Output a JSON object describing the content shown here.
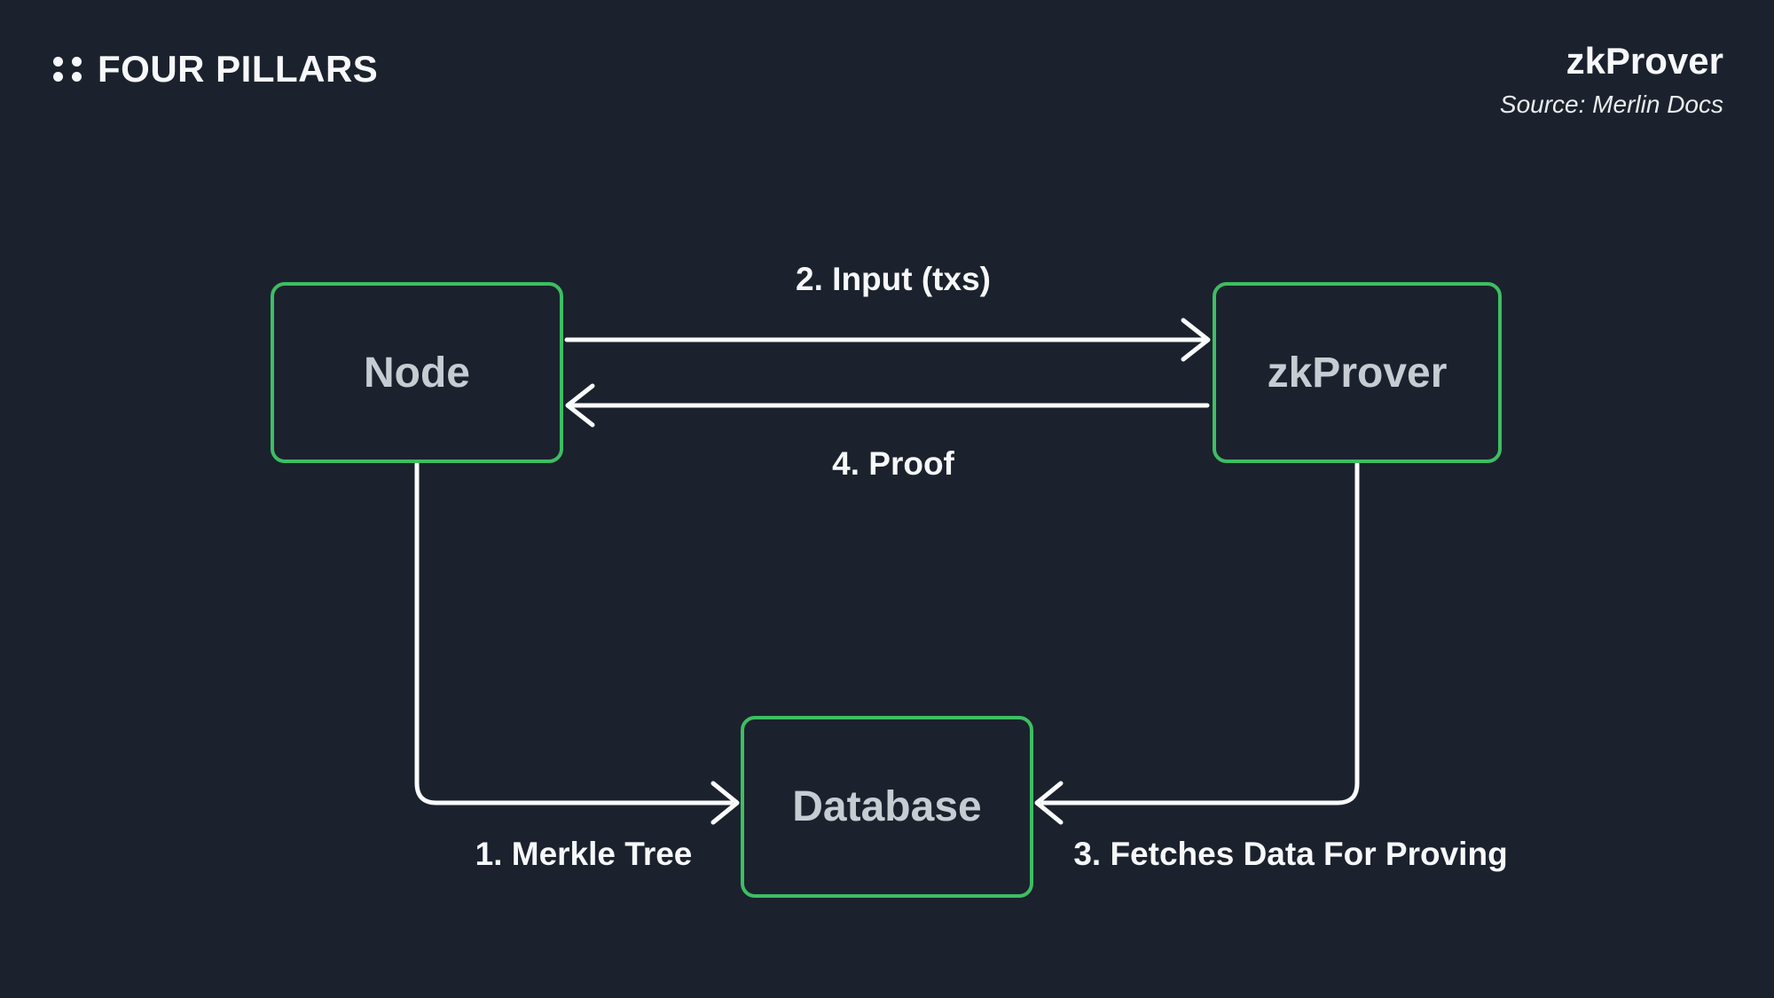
{
  "header": {
    "brand": "FOUR PILLARS",
    "logo_icon": "four-dots-grid",
    "title": "zkProver",
    "source": "Source: Merlin Docs"
  },
  "diagram": {
    "nodes": [
      {
        "id": "node",
        "label": "Node"
      },
      {
        "id": "zkprover",
        "label": "zkProver"
      },
      {
        "id": "database",
        "label": "Database"
      }
    ],
    "edges": [
      {
        "id": "merkle-tree",
        "label": "1. Merkle Tree",
        "from": "Node",
        "to": "Database",
        "arrowhead": "chevron-right"
      },
      {
        "id": "input-txs",
        "label": "2. Input (txs)",
        "from": "Node",
        "to": "zkProver",
        "arrowhead": "chevron-right"
      },
      {
        "id": "fetches-data",
        "label": "3. Fetches Data For Proving",
        "from": "zkProver",
        "to": "Database",
        "arrowhead": "chevron-left"
      },
      {
        "id": "proof",
        "label": "4. Proof",
        "from": "zkProver",
        "to": "Node",
        "arrowhead": "chevron-left"
      }
    ]
  },
  "colors": {
    "bg": "#1B222D",
    "green": "#3DBE63",
    "line": "#FAFBFC",
    "text-bright": "#F7F8FA",
    "text-box": "#C7CCD3"
  }
}
